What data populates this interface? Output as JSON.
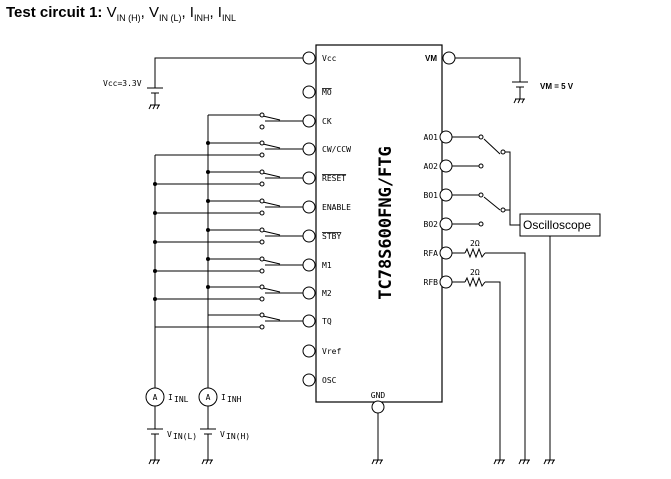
{
  "title": {
    "lead": "Test circuit 1:",
    "v": "V",
    "sub_h": "IN (H)",
    "sep1": ", V",
    "sub_l": "IN (L)",
    "sep2": ", I",
    "sub_inh": "INH",
    "sep3": ", I",
    "sub_inl": "INL"
  },
  "chip": {
    "name": "TC78S600FNG/FTG",
    "left_pins": [
      "Vcc",
      "MO",
      "CK",
      "CW/CCW",
      "RESET",
      "ENABLE",
      "STBY",
      "M1",
      "M2",
      "TQ",
      "Vref",
      "OSC"
    ],
    "right_pins": [
      "VM",
      "AO1",
      "AO2",
      "BO1",
      "BO2",
      "RFA",
      "RFB"
    ],
    "bottom_pin": "GND"
  },
  "supplies": {
    "vcc": "Vcc=3.3V",
    "vm": "VM = 5 V",
    "vinl": "V",
    "vinl_sub": "IN(L)",
    "vinh": "V",
    "vinh_sub": "IN(H)"
  },
  "meters": {
    "symbol": "A",
    "inl": "I",
    "inl_sub": "INL",
    "inh": "I",
    "inh_sub": "INH"
  },
  "resistors": {
    "rfa": "2Ω",
    "rfb": "2Ω"
  },
  "oscilloscope": "Oscilloscope"
}
